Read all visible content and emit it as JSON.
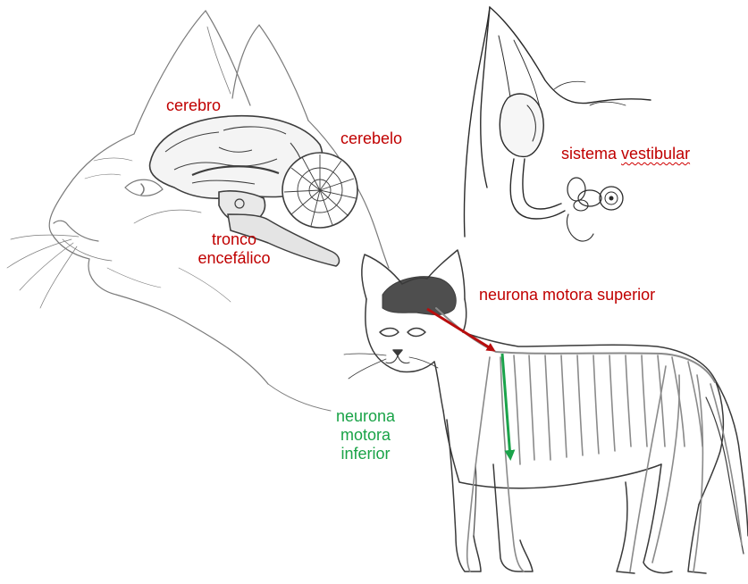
{
  "colors": {
    "upper_label": "#c00000",
    "lower_label": "#19a347",
    "upper_arrow": "#b80d0d",
    "lower_arrow": "#1aa34a",
    "sketch": "#6f6f6f",
    "nerves": "#8a8a8a",
    "cortex_shade": "#3b3b3b"
  },
  "labels": {
    "cerebro": "cerebro",
    "cerebelo": "cerebelo",
    "tronco_1": "tronco",
    "tronco_2": "encefálico",
    "vestibular_1": "sistema ",
    "vestibular_2": "vestibular",
    "superior": "neurona motora superior",
    "inferior_1": "neurona",
    "inferior_2": "motora",
    "inferior_3": "inferior"
  },
  "icons": {
    "head": "cat-head-sketch-icon",
    "ear": "inner-ear-sketch-icon",
    "cat": "standing-cat-sketch-icon"
  }
}
